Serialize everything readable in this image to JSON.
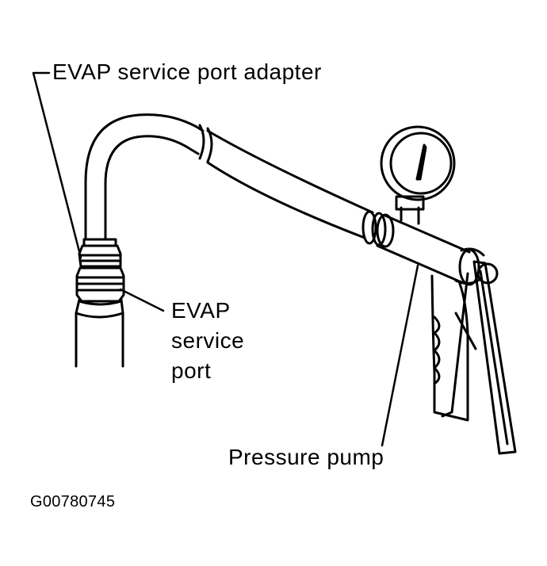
{
  "labels": {
    "adapter": "EVAP service port adapter",
    "port": [
      "EVAP",
      "service",
      "port"
    ],
    "pump": "Pressure pump",
    "figure_code": "G00780745"
  },
  "colors": {
    "ink": "#000000",
    "paper": "#ffffff"
  }
}
